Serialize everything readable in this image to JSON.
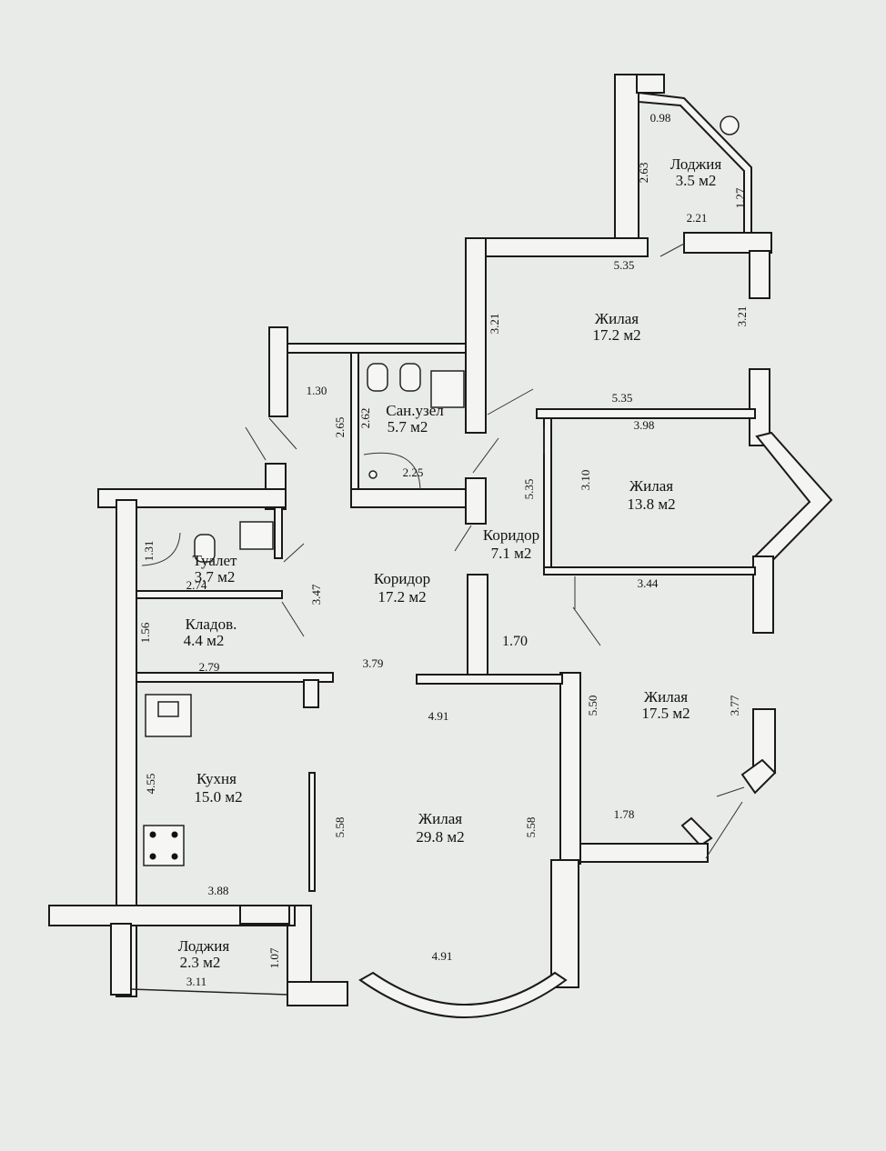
{
  "rooms": [
    {
      "id": "loggia_top",
      "name": "Лоджия",
      "area": "3.5 м2"
    },
    {
      "id": "living_172",
      "name": "Жилая",
      "area": "17.2 м2"
    },
    {
      "id": "bathroom",
      "name": "Сан.узел",
      "area": "5.7 м2"
    },
    {
      "id": "living_138",
      "name": "Жилая",
      "area": "13.8 м2"
    },
    {
      "id": "corridor_71",
      "name": "Коридор",
      "area": "7.1 м2"
    },
    {
      "id": "toilet",
      "name": "Туалет",
      "area": "3.7 м2"
    },
    {
      "id": "corridor_172",
      "name": "Коридор",
      "area": "17.2 м2"
    },
    {
      "id": "storage",
      "name": "Кладов.",
      "area": "4.4 м2"
    },
    {
      "id": "living_175",
      "name": "Жилая",
      "area": "17.5 м2"
    },
    {
      "id": "kitchen",
      "name": "Кухня",
      "area": "15.0 м2"
    },
    {
      "id": "living_298",
      "name": "Жилая",
      "area": "29.8 м2"
    },
    {
      "id": "loggia_bottom",
      "name": "Лоджия",
      "area": "2.3 м2"
    }
  ],
  "dimensions": {
    "d_098": "0.98",
    "d_263": "2.63",
    "d_127": "1.27",
    "d_221": "2.21",
    "d_535_top": "5.35",
    "d_321_left": "3.21",
    "d_321_right": "3.21",
    "d_535_mid": "5.35",
    "d_398": "3.98",
    "d_310": "3.10",
    "d_535_vert": "5.35",
    "d_130": "1.30",
    "d_265": "2.65",
    "d_262": "2.62",
    "d_225": "2.25",
    "d_131": "1.31",
    "d_274": "2.74",
    "d_347": "3.47",
    "d_344": "3.44",
    "d_156": "1.56",
    "d_170": "1.70",
    "d_279": "2.79",
    "d_379": "3.79",
    "d_550": "5.50",
    "d_377": "3.77",
    "d_491_top": "4.91",
    "d_455": "4.55",
    "d_558_left": "5.58",
    "d_558_right": "5.58",
    "d_178": "1.78",
    "d_388": "3.88",
    "d_107": "1.07",
    "d_311": "3.11",
    "d_491_bottom": "4.91"
  }
}
